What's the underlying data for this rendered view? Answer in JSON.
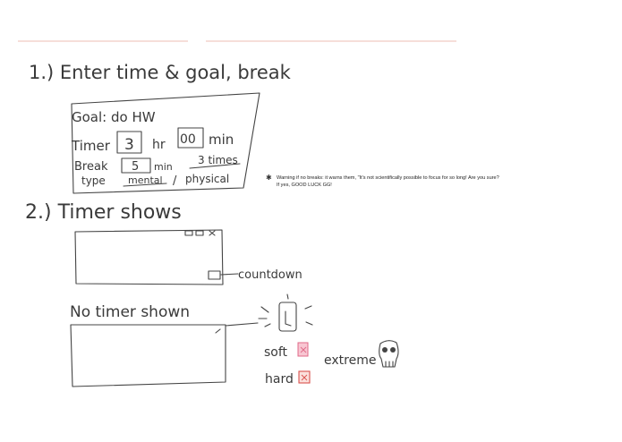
{
  "colors": {
    "ink": "#444444",
    "rule": "#e8a89a",
    "pink": "#f08aa0",
    "red": "#d9534f"
  },
  "step1": {
    "heading": "1.) Enter time & goal, break",
    "goal_line": "Goal: do HW",
    "timer_label": "Timer",
    "timer_hours": "3",
    "timer_hr_unit": "hr",
    "timer_minutes": "00",
    "timer_min_unit": "min",
    "break_label": "Break",
    "break_minutes": "5",
    "break_min_unit": "min",
    "break_times": "3 times",
    "type_label": "type",
    "type_mental": "mental",
    "type_separator": "/",
    "type_physical": "physical"
  },
  "warning": {
    "star": "✱",
    "line1": "Warning if no breaks: it warns them, \"It's not scientifically possible to focus for so long! Are you sure?",
    "line2": "If yes, GOOD LUCK GG!"
  },
  "step2": {
    "heading": "2.) Timer shows",
    "countdown_label": "countdown",
    "no_timer_heading": "No timer shown",
    "soft_label": "soft",
    "hard_label": "hard",
    "extreme_label": "extreme"
  }
}
